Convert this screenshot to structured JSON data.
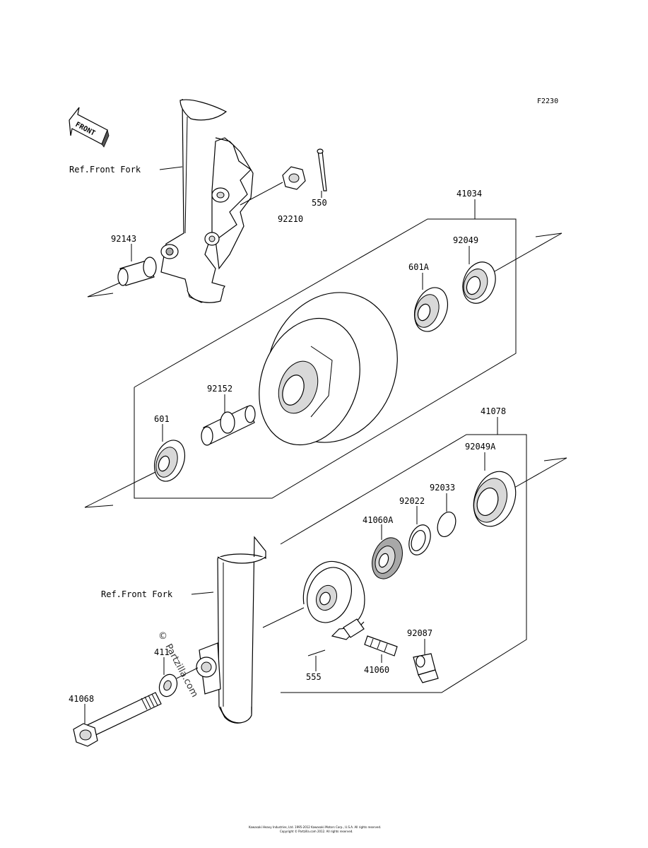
{
  "figure_id": "F2230",
  "front_arrow_label": "FRONT",
  "ref_labels": {
    "upper": "Ref.Front Fork",
    "lower": "Ref.Front Fork"
  },
  "part_numbers": {
    "p550": "550",
    "p92210": "92210",
    "p92143": "92143",
    "p41034": "41034",
    "p92049": "92049",
    "p601A": "601A",
    "p92152": "92152",
    "p601": "601",
    "p41078": "41078",
    "p92049A": "92049A",
    "p92033": "92033",
    "p92022": "92022",
    "p41060A": "41060A",
    "p92087": "92087",
    "p41060": "41060",
    "p555": "555",
    "p411": "411",
    "p41068": "41068"
  },
  "watermark": {
    "copyright": "©",
    "site": "Partzilla.com"
  },
  "footer": {
    "line1": "Kawasaki Heavy Industries, Ltd. 1995-2012 Kawasaki Motors Corp., U.S.A. All rights reserved.",
    "line2": "Copyright © Partzilla.com 2012. All rights reserved."
  }
}
